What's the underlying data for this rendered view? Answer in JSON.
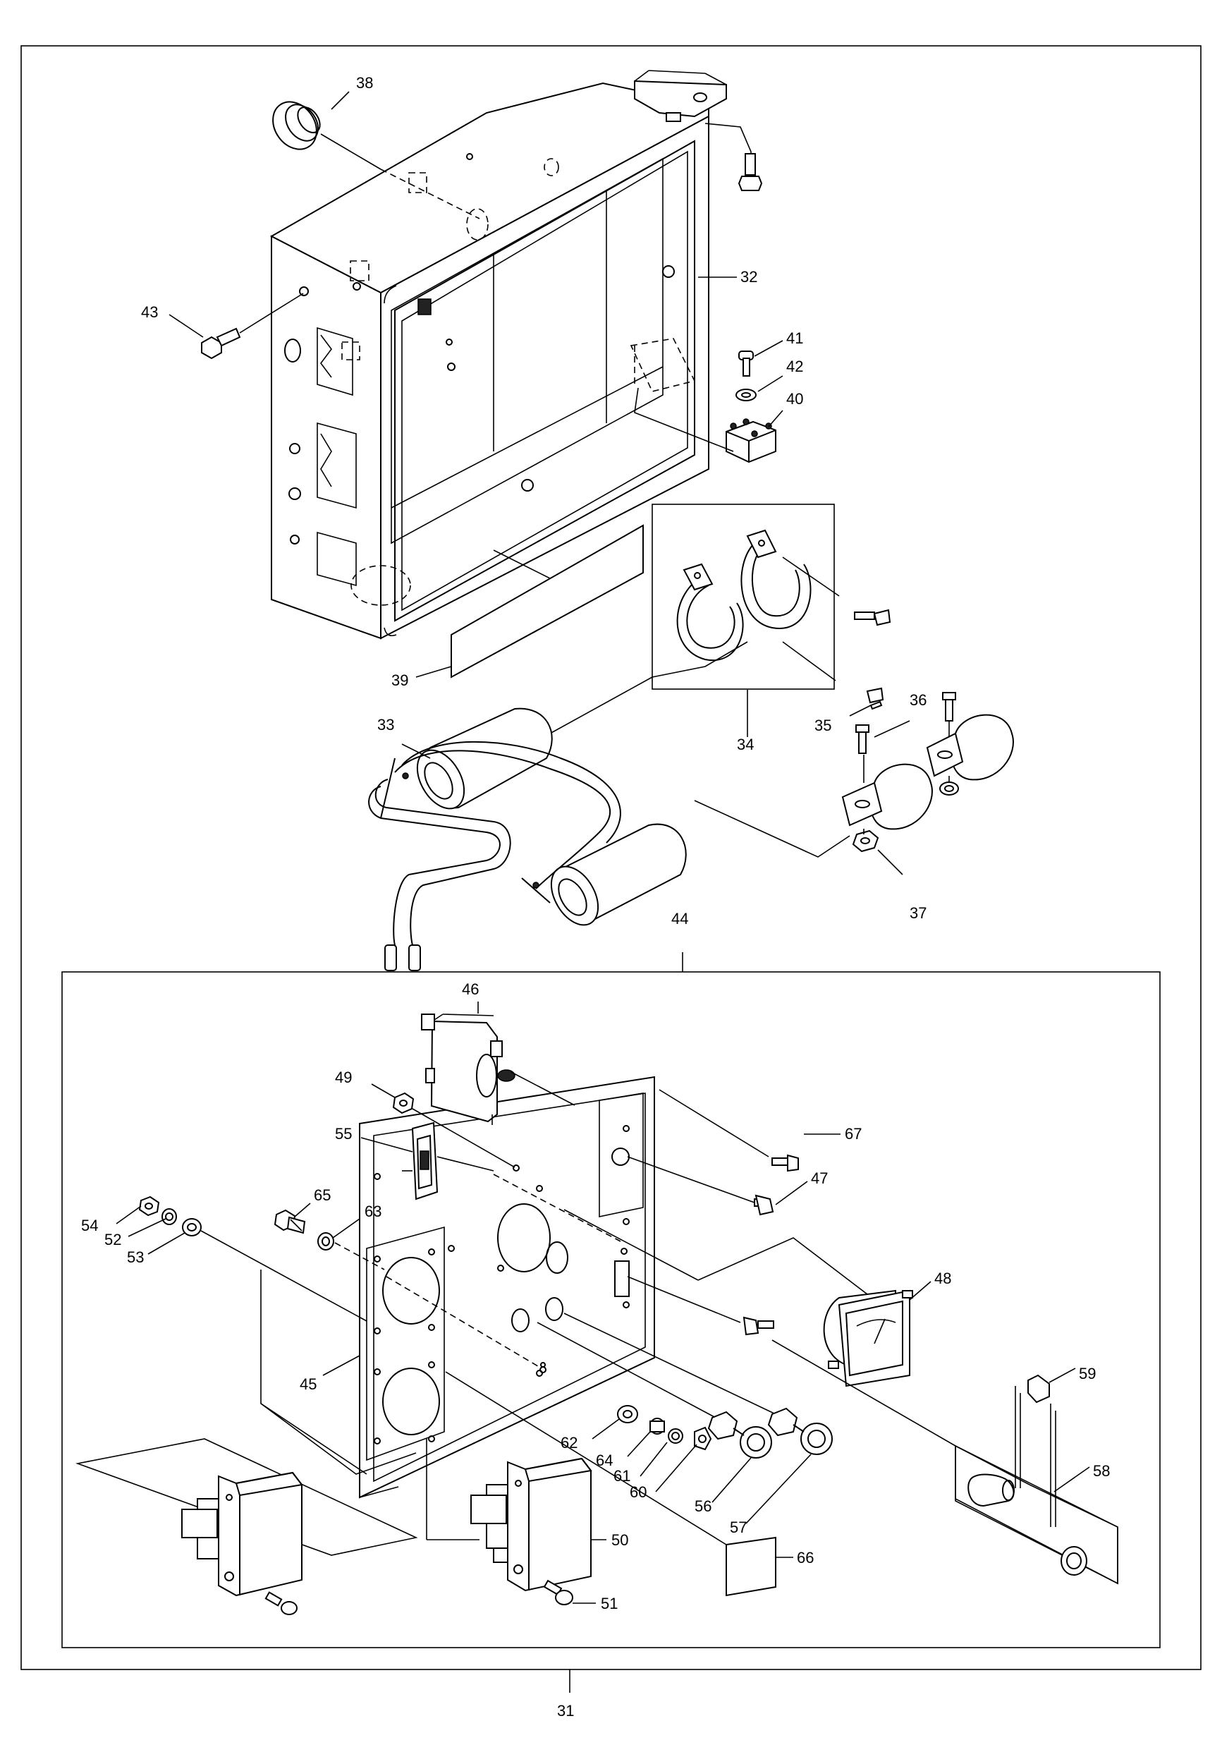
{
  "labels": {
    "p31": "31",
    "p32": "32",
    "p33": "33",
    "p34": "34",
    "p35": "35",
    "p36": "36",
    "p37": "37",
    "p38": "38",
    "p39": "39",
    "p40": "40",
    "p41": "41",
    "p42": "42",
    "p43": "43",
    "p44": "44",
    "p45": "45",
    "p46": "46",
    "p47": "47",
    "p48": "48",
    "p49": "49",
    "p50": "50",
    "p51": "51",
    "p52": "52",
    "p53": "53",
    "p54": "54",
    "p55": "55",
    "p56": "56",
    "p57": "57",
    "p58": "58",
    "p59": "59",
    "p60": "60",
    "p61": "61",
    "p62": "62",
    "p63": "63",
    "p64": "64",
    "p65": "65",
    "p66": "66",
    "p67": "67"
  }
}
